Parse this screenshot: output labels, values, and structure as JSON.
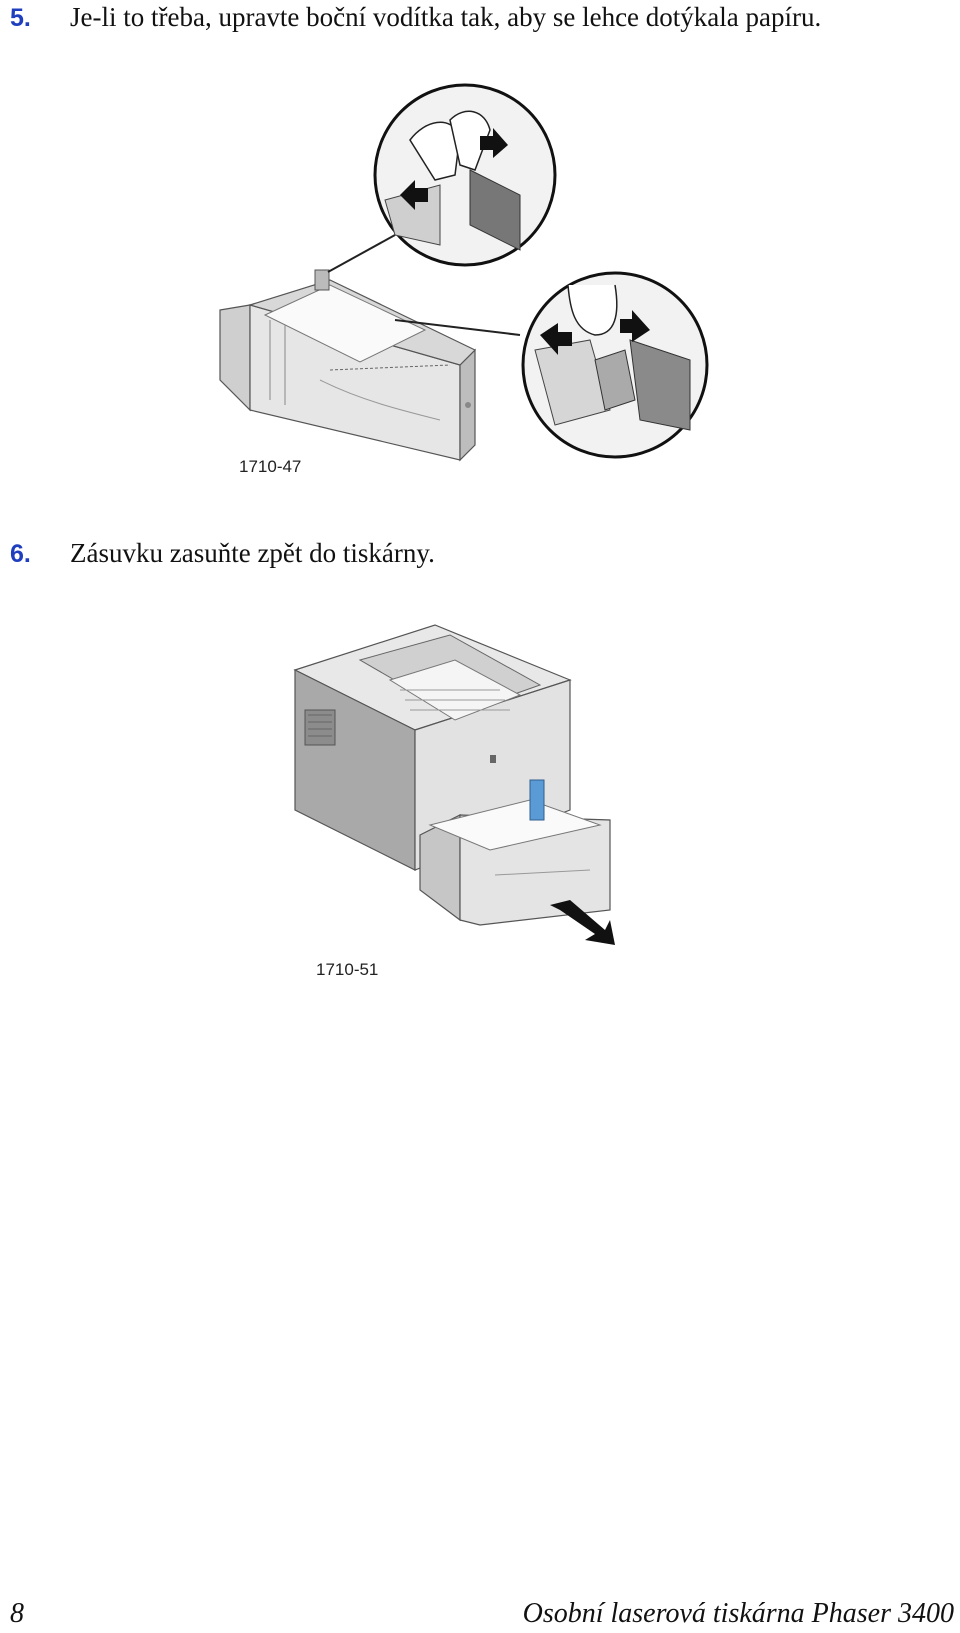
{
  "steps": [
    {
      "number": "5.",
      "text": "Je-li to třeba, upravte boční vodítka tak, aby se lehce dotýkala papíru."
    },
    {
      "number": "6.",
      "text": "Zásuvku zasuňte zpět do tiskárny."
    }
  ],
  "figures": [
    {
      "id": "1710-47"
    },
    {
      "id": "1710-51"
    }
  ],
  "footer": {
    "page_number": "8",
    "title": "Osobní laserová tiskárna Phaser 3400"
  },
  "colors": {
    "step_number": "#1f3fbf",
    "guide_highlight": "#5b9bd5"
  }
}
